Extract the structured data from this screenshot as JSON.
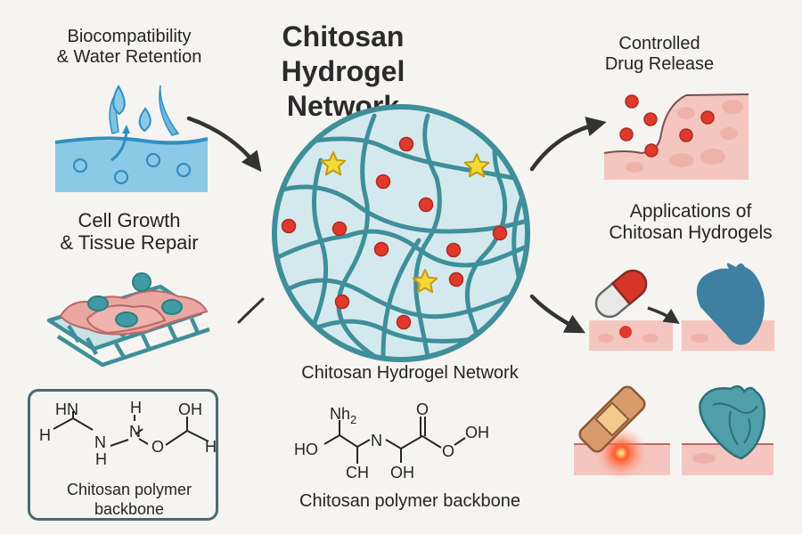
{
  "title": "Chitosan Hydrogel Network",
  "panels": {
    "biocompatibility": {
      "label": "Biocompatibility & Water Retention",
      "line1": "Biocompatibility",
      "line2": "& Water Retention"
    },
    "cell_growth": {
      "label": "Cell Growth & Tissue Repair",
      "line1": "Cell Growth",
      "line2": "& Tissue Repair"
    },
    "drug_release": {
      "label": "Controlled Drug Release",
      "line1": "Controlled",
      "line2": "Drug Release"
    },
    "applications": {
      "label": "Applications of Chitosan Hydrogels",
      "line1": "Applications of",
      "line2": "Chitosan Hydrogels"
    },
    "network_caption": "Chitosan Hydrogel Network",
    "backbone_box": {
      "line1": "Chitosan polymer",
      "line2": "backbone"
    },
    "backbone_caption": "Chitosan polymer backbone"
  },
  "structure_left": {
    "atoms": [
      "HN",
      "H",
      "N",
      "H",
      "H",
      "N",
      "O",
      "OH",
      "H"
    ]
  },
  "structure_right": {
    "atoms": [
      "NH2",
      "HO",
      "N",
      "CH",
      "OH",
      "O",
      "O",
      "OH"
    ]
  },
  "network": {
    "drug_particles": 11,
    "stars": 3
  },
  "colors": {
    "background": "#f6f4f0",
    "network_strand": "#3f8f9a",
    "network_fill": "#d4e9ee",
    "drug_particle": "#e0392b",
    "star": "#f2d935",
    "water": "#8cc9e6",
    "water_line": "#2f8fc4",
    "tissue": "#f5c6bf",
    "cell": "#eaa6a0",
    "nucleus": "#3f9aa3",
    "heart": "#3f7fa1",
    "bandage": "#d99a6c",
    "arrow": "#333333"
  }
}
